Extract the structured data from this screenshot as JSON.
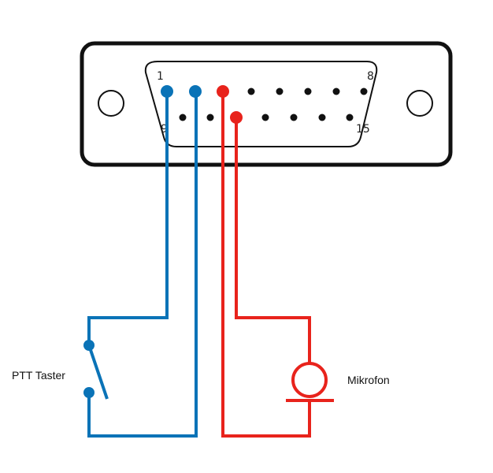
{
  "connector": {
    "pin_labels": {
      "first_top": "1",
      "last_top": "8",
      "first_bottom": "9",
      "last_bottom": "15"
    }
  },
  "components": {
    "switch_label": "PTT Taster",
    "microphone_label": "Mikrofon"
  },
  "colors": {
    "ptt_wire": "#0a73b7",
    "mic_wire": "#e8231c",
    "outline": "#111111"
  }
}
